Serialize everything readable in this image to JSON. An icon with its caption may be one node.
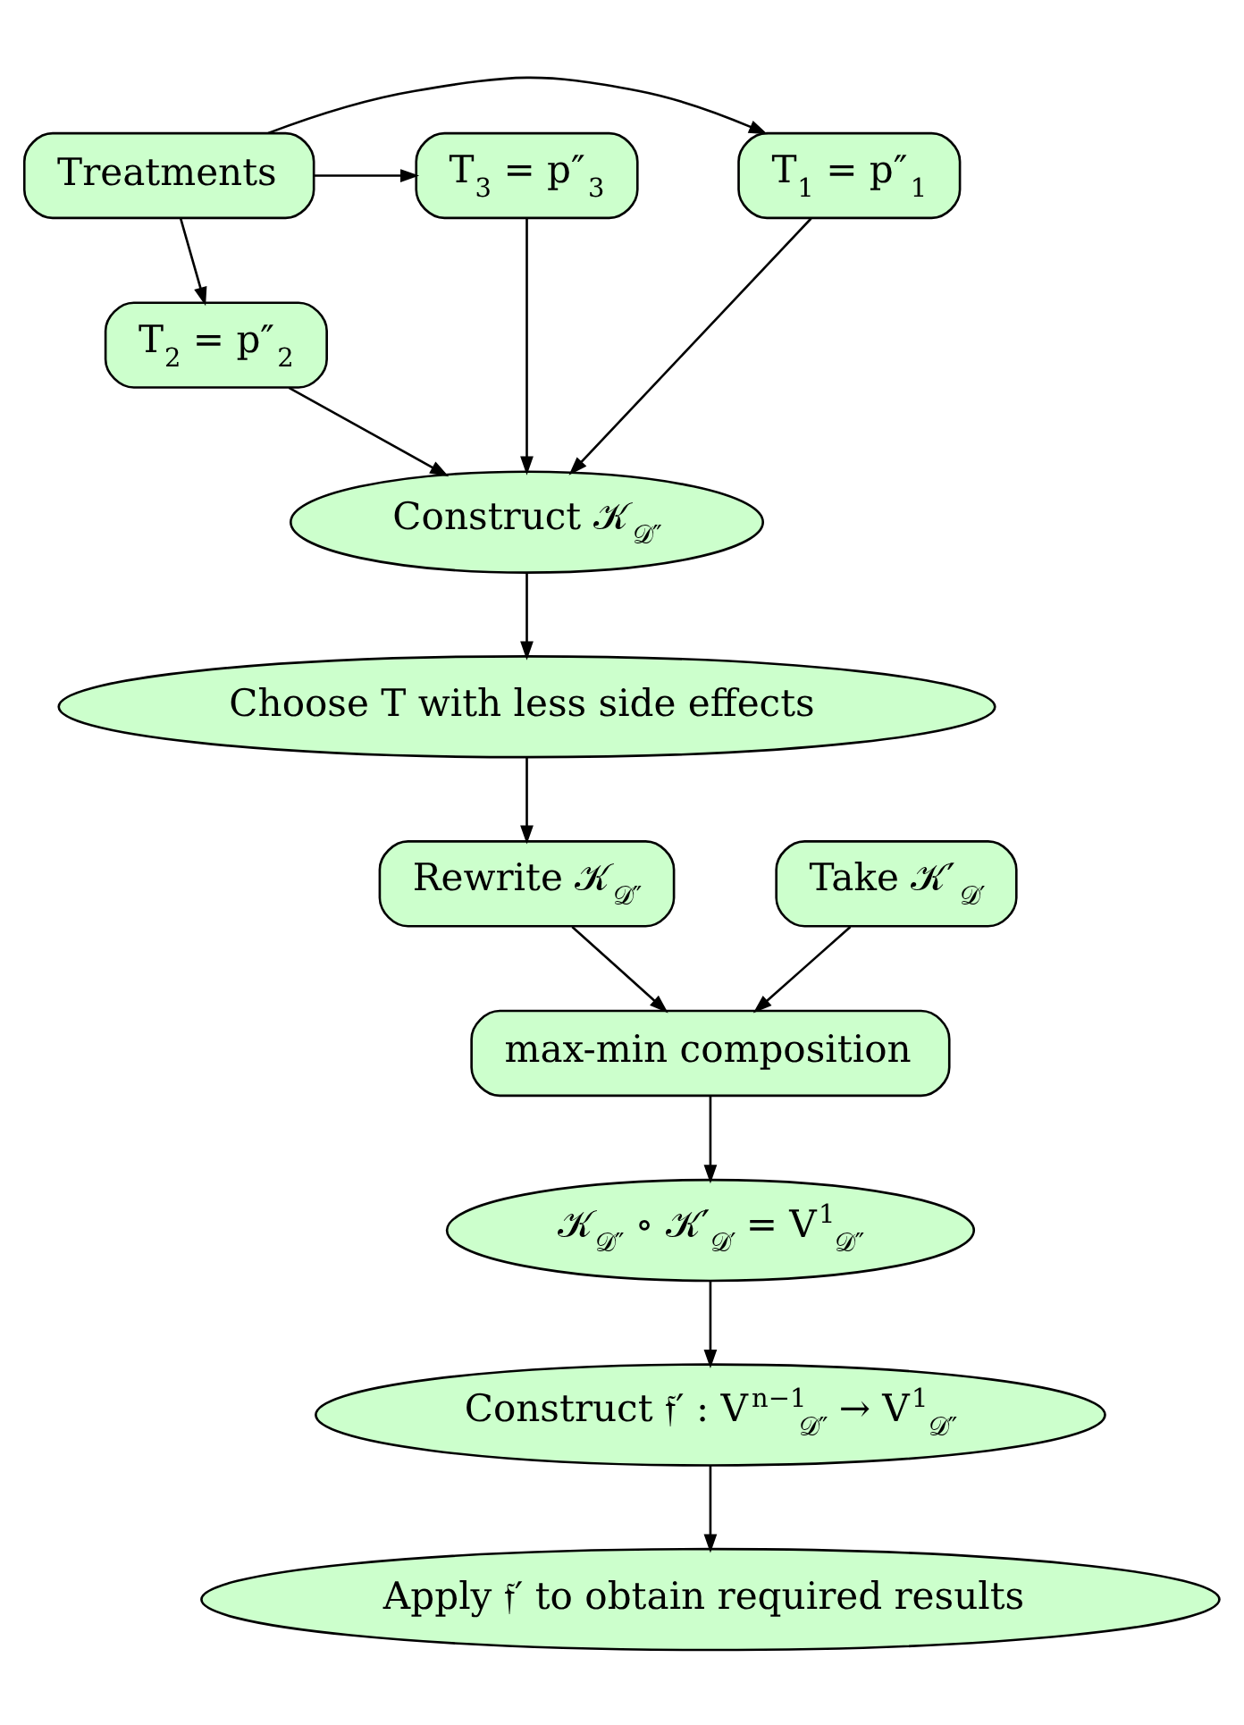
{
  "diagram": {
    "nodes": [
      {
        "text": [
          "T$_{1}$ = p″$_{1}$"
        ]
      },
      {
        "text": [
          "Treatments"
        ]
      },
      {
        "text": [
          "T$_{3}$ = p″$_{3}$"
        ]
      },
      {
        "text": [
          "T$_{2}$ = p″$_{2}$"
        ]
      },
      {
        "text": [
          "Construct 𝒦$_{𝒟″}$"
        ]
      },
      {
        "text": [
          "Choose T with less side effects"
        ]
      },
      {
        "text": [
          "Rewrite 𝒦$_{𝒟″}$"
        ]
      },
      {
        "text": [
          "Take 𝒦′$_{𝒟′}$"
        ]
      },
      {
        "text": [
          "max-min composition"
        ]
      },
      {
        "text": [
          "𝒦$_{𝒟″}$ ∘ 𝒦′$_{𝒟′}$ = V$^{1}$$_{𝒟″}$"
        ]
      },
      {
        "text": [
          "Construct 𝔣′ : V$^{n−1}$$_{𝒟″}$ → V$^{1}$$_{𝒟″}$"
        ]
      },
      {
        "text": [
          "Apply 𝔣′ to obtain required results"
        ]
      }
    ],
    "edges": [
      {
        "from": 1,
        "to": 0,
        "arrow": "to"
      },
      {
        "from": 1,
        "to": 2,
        "arrow": "to"
      },
      {
        "from": 1,
        "to": 3,
        "arrow": "to"
      },
      {
        "from": 3,
        "to": 4,
        "arrow": "to"
      },
      {
        "from": 0,
        "to": 4,
        "arrow": "to"
      },
      {
        "from": 2,
        "to": 4,
        "arrow": "to"
      },
      {
        "from": 4,
        "to": 5,
        "arrow": "to"
      },
      {
        "from": 5,
        "to": 6,
        "arrow": "to"
      },
      {
        "from": 6,
        "to": 8,
        "arrow": "to"
      },
      {
        "from": 7,
        "to": 8,
        "arrow": "to"
      },
      {
        "from": 8,
        "to": 9,
        "arrow": "to"
      },
      {
        "from": 9,
        "to": 10,
        "arrow": "to"
      },
      {
        "from": 10,
        "to": 11,
        "arrow": "to"
      }
    ]
  }
}
